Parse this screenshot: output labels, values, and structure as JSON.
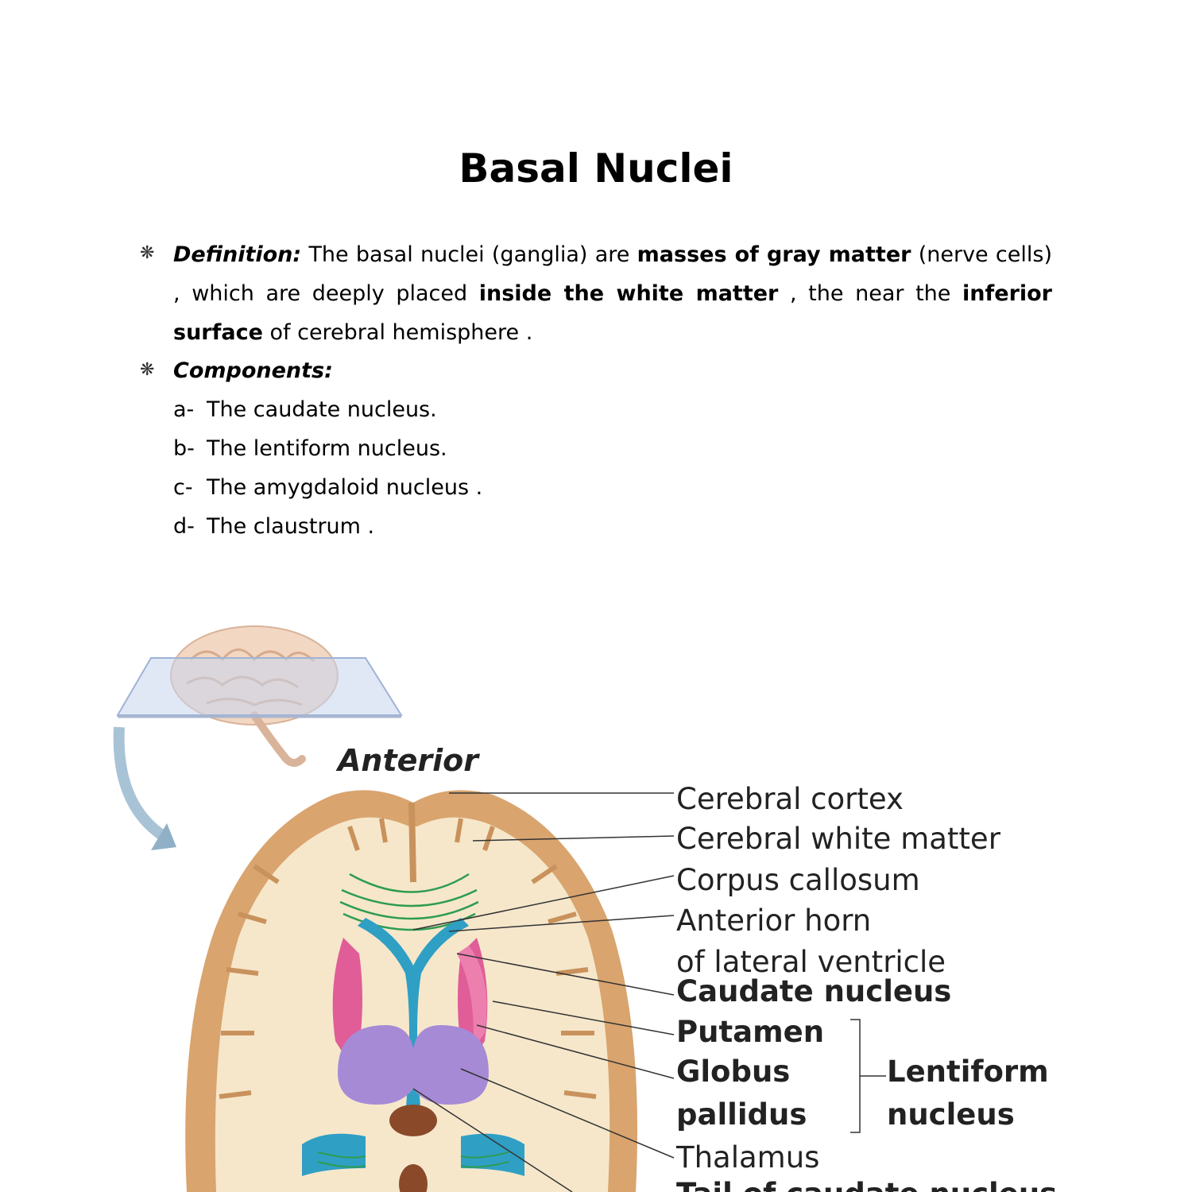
{
  "title": "Basal Nuclei",
  "bullet_glyph": "❋",
  "definition": {
    "heading": "Definition:",
    "t1": " The basal nuclei (ganglia) are ",
    "b1": "masses of gray matter",
    "t2": " (nerve cells) , which are deeply placed ",
    "b2": "inside the white matter",
    "t3": " , the near the ",
    "b3": "inferior surface",
    "t4": " of cerebral hemisphere ."
  },
  "components": {
    "heading": "Components:",
    "items": [
      {
        "letter": "a-",
        "text": "The caudate nucleus."
      },
      {
        "letter": "b-",
        "text": "The lentiform nucleus."
      },
      {
        "letter": "c-",
        "text": "The amygdaloid nucleus ."
      },
      {
        "letter": "d-",
        "text": "The claustrum ."
      }
    ]
  },
  "figure": {
    "orientation_label": "Anterior",
    "labels": {
      "cerebral_cortex": "Cerebral cortex",
      "cerebral_white_matter": "Cerebral white matter",
      "corpus_callosum": "Corpus callosum",
      "anterior_horn_1": "Anterior horn",
      "anterior_horn_2": "of lateral ventricle",
      "caudate_nucleus": "Caudate nucleus",
      "putamen": "Putamen",
      "globus_1": "Globus",
      "globus_2": "pallidus",
      "lentiform_1": "Lentiform",
      "lentiform_2": "nucleus",
      "thalamus": "Thalamus",
      "tail_caudate": "Tail of caudate nucleus"
    },
    "colors": {
      "cortex": "#d9a46e",
      "white_matter": "#f6e7cb",
      "ventricle": "#2f9fc4",
      "putamen": "#e05d98",
      "thalamus": "#a68ad6",
      "corpus_callosum": "#2e9c4f"
    }
  }
}
